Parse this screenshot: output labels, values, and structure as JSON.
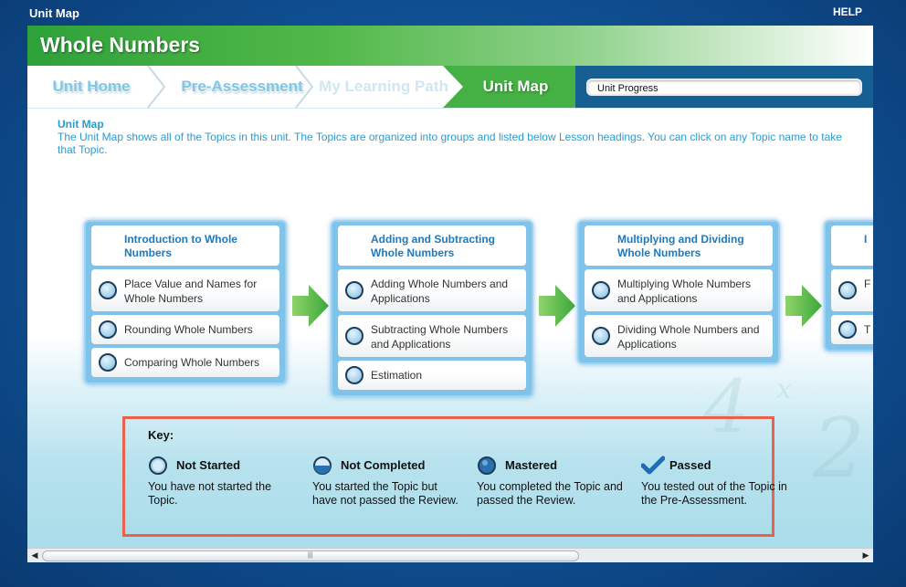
{
  "window": {
    "title": "Unit Map",
    "help_label": "HELP"
  },
  "unit": {
    "title": "Whole Numbers"
  },
  "tabs": [
    {
      "label": "Unit Home",
      "state": "normal"
    },
    {
      "label": "Pre-Assessment",
      "state": "normal"
    },
    {
      "label": "My Learning Path",
      "state": "disabled"
    },
    {
      "label": "Unit Map",
      "state": "active"
    }
  ],
  "progress": {
    "label": "Unit Progress"
  },
  "intro": {
    "title": "Unit Map",
    "text": "The Unit Map shows all of the Topics in this unit. The Topics are organized into groups and listed below Lesson headings. You can click on any Topic name to take that Topic."
  },
  "lessons": [
    {
      "title": "Introduction to Whole Numbers",
      "topics": [
        "Place Value and Names for Whole Numbers",
        "Rounding Whole Numbers",
        "Comparing Whole Numbers"
      ]
    },
    {
      "title": "Adding and Subtracting Whole Numbers",
      "topics": [
        "Adding Whole Numbers and Applications",
        "Subtracting Whole Numbers and Applications",
        "Estimation"
      ]
    },
    {
      "title": "Multiplying and Dividing Whole Numbers",
      "topics": [
        "Multiplying Whole Numbers and Applications",
        "Dividing Whole Numbers and Applications"
      ]
    },
    {
      "title": "I",
      "topics": [
        "F",
        "T"
      ]
    }
  ],
  "key": {
    "label": "Key:",
    "items": [
      {
        "title": "Not Started",
        "desc": "You have not started the Topic.",
        "icon": "not-started-icon"
      },
      {
        "title": "Not Completed",
        "desc": "You started the Topic but have not passed the Review.",
        "icon": "not-completed-icon"
      },
      {
        "title": "Mastered",
        "desc": "You completed the Topic and passed the Review.",
        "icon": "mastered-icon"
      },
      {
        "title": "Passed",
        "desc": "You tested out of the Topic in the Pre-Assessment.",
        "icon": "checkmark-icon"
      }
    ]
  },
  "colors": {
    "accent_green": "#45b043",
    "link_blue": "#2a9bd0",
    "key_border": "#e8624f"
  }
}
